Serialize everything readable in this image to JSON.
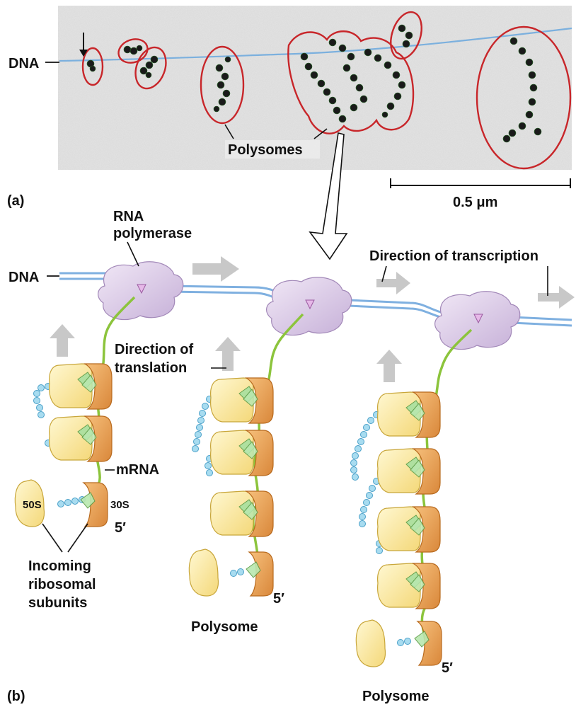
{
  "panel_a": {
    "label": "(a)",
    "dna_label": "DNA",
    "polysomes_label": "Polysomes",
    "scale_bar_label": "0.5 μm"
  },
  "panel_b": {
    "label": "(b)",
    "dna_label": "DNA",
    "rna_polymerase_label_line1": "RNA",
    "rna_polymerase_label_line2": "polymerase",
    "direction_transcription": "Direction of transcription",
    "direction_translation_line1": "Direction of",
    "direction_translation_line2": "translation",
    "mrna_label": "mRNA",
    "subunit_50s": "50S",
    "subunit_30s": "30S",
    "five_prime": "5′",
    "incoming_line1": "Incoming",
    "incoming_line2": "ribosomal",
    "incoming_line3": "subunits",
    "polysome_label": "Polysome"
  },
  "colors": {
    "dna": "#7fb0e0",
    "mrna": "#8cc43c",
    "polymerase": "#d9c7e6",
    "ribosome_large": "#fbe9a6",
    "ribosome_small": "#e9a256",
    "peptide": "#a8dcf0",
    "arrow_gray": "#c8c8c8",
    "circle_red": "#c8262a"
  }
}
